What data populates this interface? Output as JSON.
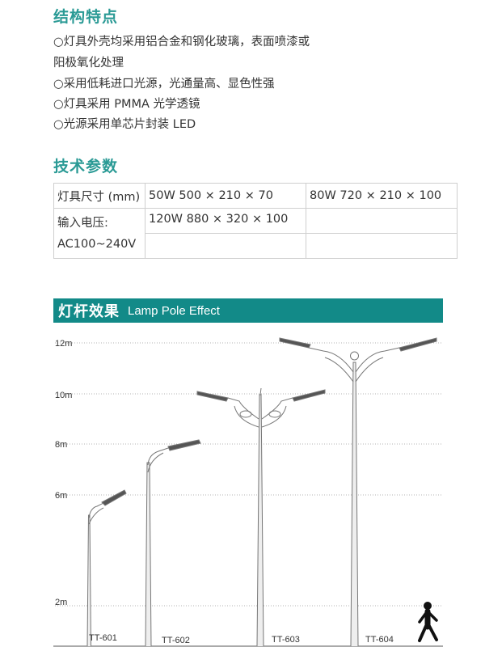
{
  "features": {
    "title": "结构特点",
    "items": [
      "○灯具外壳均采用铝合金和钢化玻璃，表面喷漆或",
      "阳极氧化处理",
      "○采用低耗进口光源，光通量高、显色性强",
      "○灯具采用 PMMA 光学透镜",
      "○光源采用单芯片封装 LED"
    ]
  },
  "tech": {
    "title": "技术参数",
    "size_label": "灯具尺寸 (mm)",
    "voltage_label_1": "输入电压:",
    "voltage_label_2": "AC100~240V",
    "spec_1": "50W   500 × 210 × 70",
    "spec_2": "80W   720 × 210 × 100",
    "spec_3": "120W  880 × 320 × 100"
  },
  "banner": {
    "title_cn": "灯杆效果",
    "title_en": "Lamp Pole Effect",
    "color": "#128a88"
  },
  "pole_chart": {
    "heights": [
      "12m",
      "10m",
      "8m",
      "6m",
      "2m"
    ],
    "models": [
      "TT-601",
      "TT-602",
      "TT-603",
      "TT-604"
    ],
    "pole_heights_m": [
      6,
      8,
      10,
      12
    ]
  }
}
